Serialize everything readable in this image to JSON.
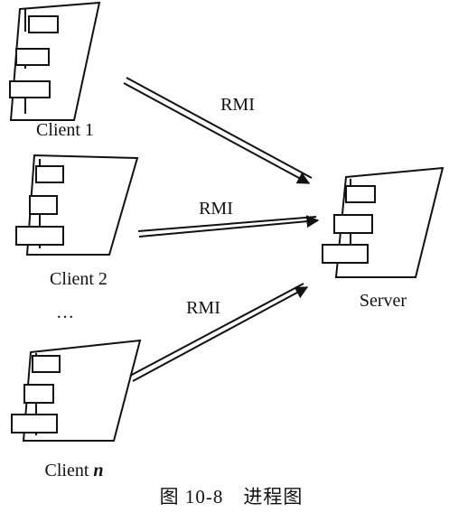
{
  "nodes": {
    "client1": {
      "label": "Client 1"
    },
    "client2": {
      "label": "Client 2"
    },
    "ellipsis": {
      "label": "…"
    },
    "clientn": {
      "label_prefix": "Client ",
      "label_var": "n"
    },
    "server": {
      "label": "Server"
    }
  },
  "edges": [
    {
      "label": "RMI"
    },
    {
      "label": "RMI"
    },
    {
      "label": "RMI"
    }
  ],
  "caption": "图 10-8　进程图"
}
